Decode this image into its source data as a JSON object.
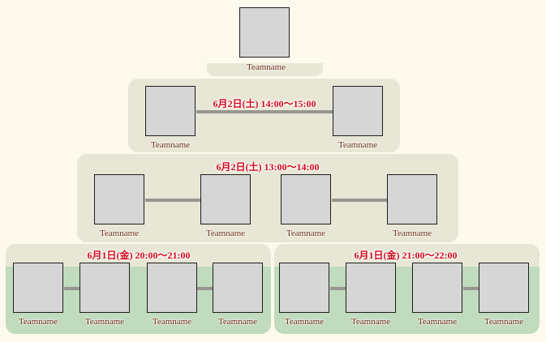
{
  "champion": {
    "name": "Teamname"
  },
  "final": {
    "time": "6月2日(土) 14:00～15:00",
    "teams": [
      "Teamname",
      "Teamname"
    ]
  },
  "semifinal": {
    "time": "6月2日(土) 13:00～14:00",
    "teams": [
      "Teamname",
      "Teamname",
      "Teamname",
      "Teamname"
    ]
  },
  "round1_left": {
    "time": "6月1日(金) 20:00～21:00",
    "teams": [
      "Teamname",
      "Teamname",
      "Teamname",
      "Teamname"
    ]
  },
  "round1_right": {
    "time": "6月1日(金) 21:00～22:00",
    "teams": [
      "Teamname",
      "Teamname",
      "Teamname",
      "Teamname"
    ]
  }
}
